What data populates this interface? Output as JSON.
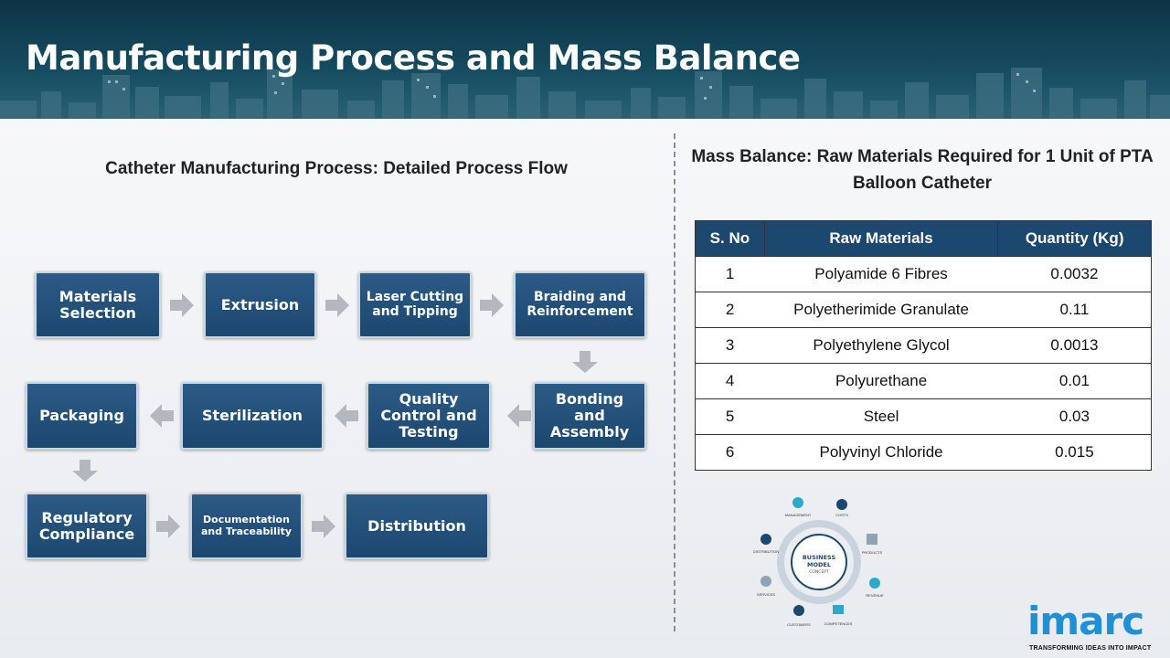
{
  "header": {
    "title": "Manufacturing Process and Mass Balance"
  },
  "left_panel": {
    "heading": "Catheter Manufacturing Process: Detailed Process Flow",
    "steps": [
      "Materials Selection",
      "Extrusion",
      "Laser Cutting and Tipping",
      "Braiding and Reinforcement",
      "Bonding and Assembly",
      "Quality Control and Testing",
      "Sterilization",
      "Packaging",
      "Regulatory Compliance",
      "Documentation and Traceability",
      "Distribution"
    ]
  },
  "right_panel": {
    "heading": "Mass Balance: Raw Materials Required for 1 Unit of PTA Balloon Catheter",
    "table": {
      "headers": [
        "S. No",
        "Raw Materials",
        "Quantity (Kg)"
      ],
      "rows": [
        [
          "1",
          "Polyamide 6 Fibres",
          "0.0032"
        ],
        [
          "2",
          "Polyetherimide Granulate",
          "0.11"
        ],
        [
          "3",
          "Polyethylene Glycol",
          "0.0013"
        ],
        [
          "4",
          "Polyurethane",
          "0.01"
        ],
        [
          "5",
          "Steel",
          "0.03"
        ],
        [
          "6",
          "Polyvinyl Chloride",
          "0.015"
        ]
      ]
    }
  },
  "business_model": {
    "center": [
      "BUSINESS",
      "MODEL",
      "CONCEPT"
    ],
    "labels": [
      "MANAGEMENT",
      "COSTS",
      "PRODUCTS",
      "REVENUE",
      "COMPETENCES",
      "CUSTOMERS",
      "SERVICES",
      "DISTRIBUTION"
    ]
  },
  "logo": {
    "name": "imarc",
    "tagline": "TRANSFORMING IDEAS INTO IMPACT"
  },
  "colors": {
    "box_fill": "#1c476f",
    "header_bg": "#0d3446",
    "arrow": "#b3b8bf",
    "logo": "#1f8fd6"
  }
}
